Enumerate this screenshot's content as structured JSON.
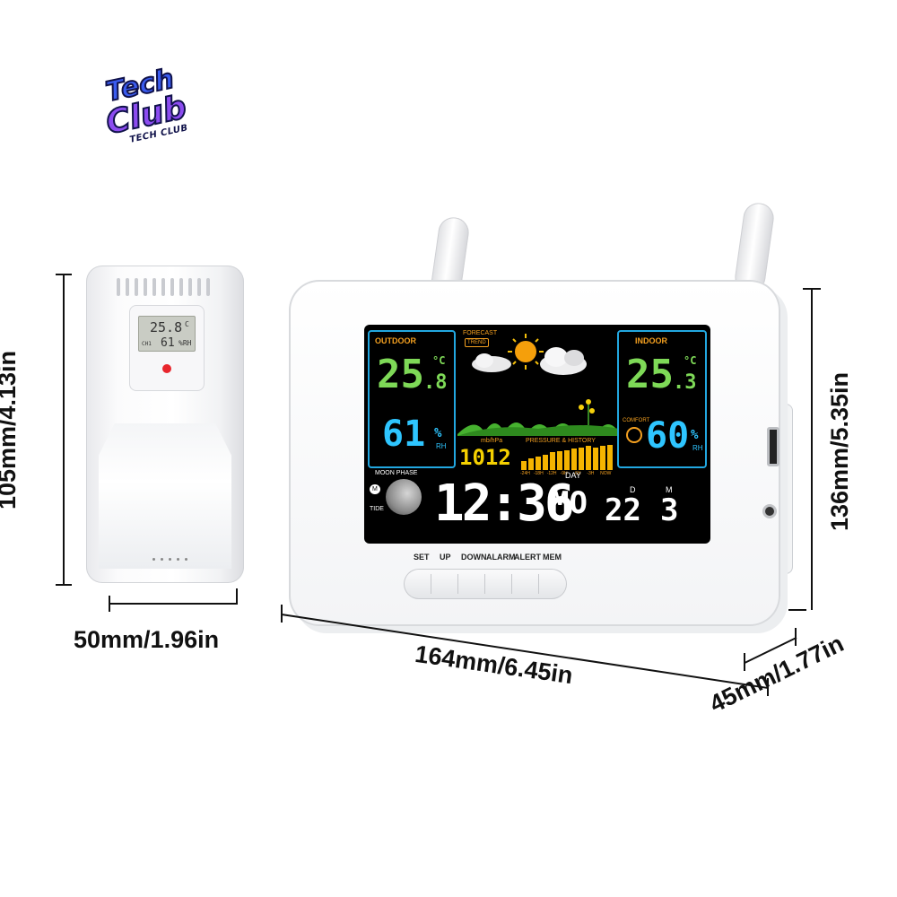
{
  "logo": {
    "line1": "Tech",
    "line2": "Club",
    "subtitle": "TECH CLUB"
  },
  "dimensions": {
    "sensor_height": "105mm/4.13in",
    "sensor_width": "50mm/1.96in",
    "station_width": "164mm/6.45in",
    "station_height": "136mm/5.35in",
    "station_depth": "45mm/1.77in"
  },
  "sensor": {
    "temperature": "25.8",
    "temp_unit": "C",
    "channel": "CH1",
    "humidity": "61",
    "humidity_unit": "%RH"
  },
  "station": {
    "outdoor": {
      "label": "OUTDOOR",
      "temp_main": "25",
      "temp_decimal": ".8",
      "temp_unit": "°C",
      "humidity": "61",
      "humidity_unit": "%",
      "rh": "RH"
    },
    "indoor": {
      "label": "INDOOR",
      "temp_main": "25",
      "temp_decimal": ".3",
      "temp_unit": "°C",
      "humidity": "60",
      "humidity_unit": "%",
      "rh": "RH",
      "comfort": "COMFORT"
    },
    "forecast": {
      "label": "FORECAST",
      "trend": "TREND"
    },
    "pressure": {
      "value": "1012",
      "unit": "mb/hPa",
      "history_label": "PRESSURE & HISTORY",
      "history_hours": [
        "-24H",
        "-18H",
        "-12H",
        "-9H",
        "-6H",
        "-3H",
        "NOW"
      ],
      "history_levels": [
        0.35,
        0.45,
        0.55,
        0.6,
        0.7,
        0.75,
        0.8,
        0.85,
        0.9,
        0.95,
        0.9,
        0.95,
        1.0
      ]
    },
    "moon": {
      "label": "MOON PHASE",
      "tide": "TIDE",
      "mode": "M"
    },
    "clock": {
      "time": "12:36",
      "weekday": "MO",
      "day_label": "DAY",
      "day": "22",
      "day_letter": "D",
      "month": "3",
      "month_letter": "M"
    },
    "buttons": [
      "SET",
      "UP",
      "DOWN",
      "ALARM",
      "ALERT",
      "MEM"
    ]
  },
  "colors": {
    "outdoor_temp": "#7ed957",
    "humidity": "#2ec5ff",
    "indoor_temp": "#7ed957",
    "panel_border": "#22a7e0",
    "bar": "#f4b400",
    "label": "#f4a020"
  }
}
